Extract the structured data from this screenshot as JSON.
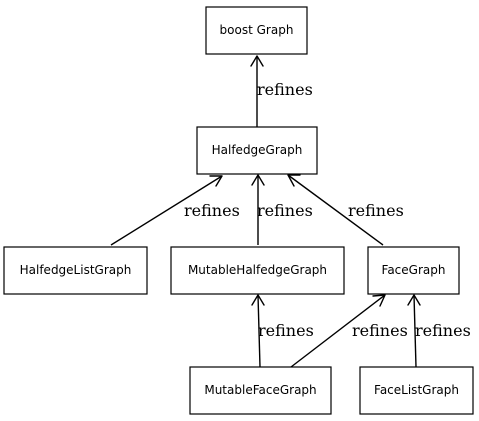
{
  "nodes": {
    "boost_graph": "boost Graph",
    "halfedge_graph": "HalfedgeGraph",
    "halfedge_list_graph": "HalfedgeListGraph",
    "mutable_halfedge_graph": "MutableHalfedgeGraph",
    "face_graph": "FaceGraph",
    "mutable_face_graph": "MutableFaceGraph",
    "face_list_graph": "FaceListGraph"
  },
  "edges": [
    {
      "from": "halfedge_graph",
      "to": "boost_graph",
      "label": "refines"
    },
    {
      "from": "halfedge_list_graph",
      "to": "halfedge_graph",
      "label": "refines"
    },
    {
      "from": "mutable_halfedge_graph",
      "to": "halfedge_graph",
      "label": "refines"
    },
    {
      "from": "face_graph",
      "to": "halfedge_graph",
      "label": "refines"
    },
    {
      "from": "mutable_face_graph",
      "to": "mutable_halfedge_graph",
      "label": "refines"
    },
    {
      "from": "mutable_face_graph",
      "to": "face_graph",
      "label": "refines"
    },
    {
      "from": "face_list_graph",
      "to": "face_graph",
      "label": "refines"
    }
  ]
}
